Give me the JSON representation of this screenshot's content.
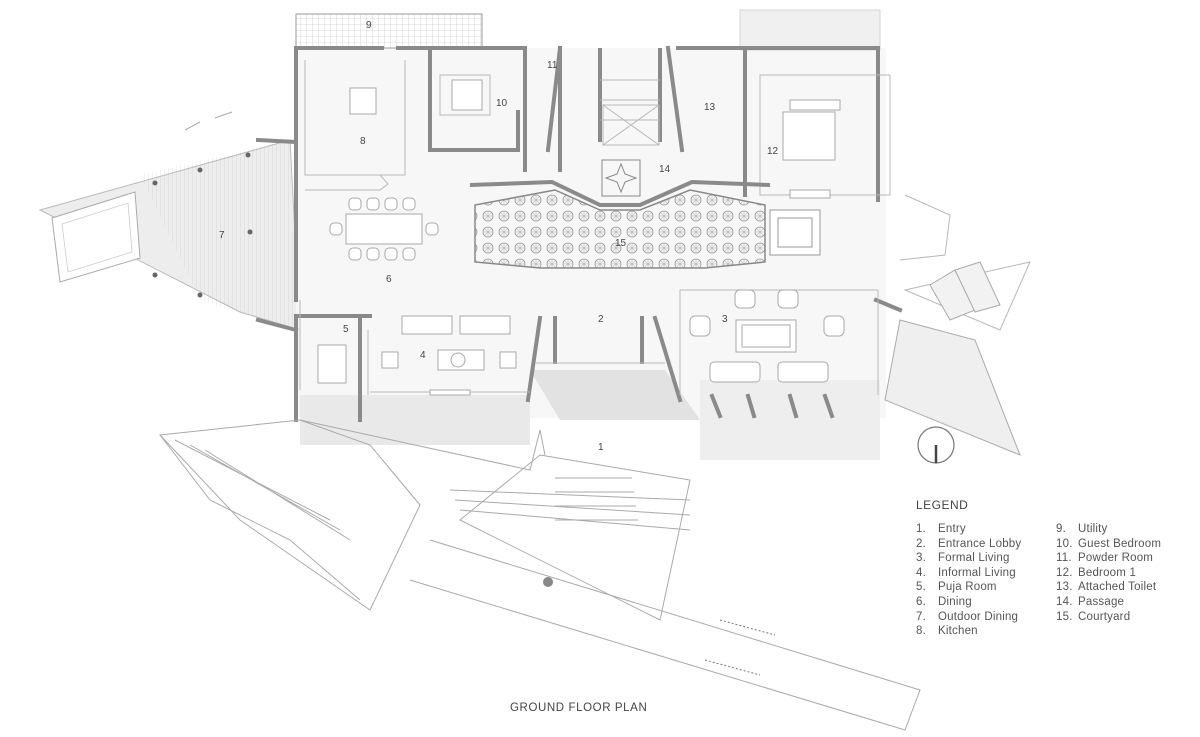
{
  "plan": {
    "caption": "GROUND FLOOR PLAN",
    "legend_title": "LEGEND",
    "rooms": [
      {
        "num": "1",
        "name": "Entry"
      },
      {
        "num": "2",
        "name": "Entrance Lobby"
      },
      {
        "num": "3",
        "name": "Formal Living"
      },
      {
        "num": "4",
        "name": "Informal Living"
      },
      {
        "num": "5",
        "name": "Puja Room"
      },
      {
        "num": "6",
        "name": "Dining"
      },
      {
        "num": "7",
        "name": "Outdoor Dining"
      },
      {
        "num": "8",
        "name": "Kitchen"
      },
      {
        "num": "9",
        "name": "Utility"
      },
      {
        "num": "10",
        "name": "Guest Bedroom"
      },
      {
        "num": "11",
        "name": "Powder Room"
      },
      {
        "num": "12",
        "name": "Bedroom 1"
      },
      {
        "num": "13",
        "name": "Attached Toilet"
      },
      {
        "num": "14",
        "name": "Passage"
      },
      {
        "num": "15",
        "name": "Courtyard"
      }
    ],
    "colors": {
      "wall": "#8a8a8a",
      "line": "#b8b8b8",
      "shade": "#e6e6e6",
      "text": "#555555"
    }
  }
}
